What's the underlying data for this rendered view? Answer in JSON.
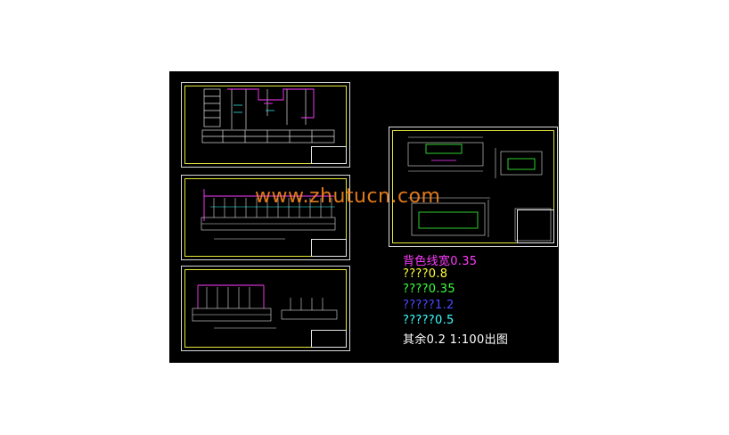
{
  "watermark": "www.zhutucn.com",
  "legend": [
    {
      "text": "背色线宽0.35",
      "color": "#ff3cff"
    },
    {
      "text": "????0.8",
      "color": "#ffff3c"
    },
    {
      "text": "????0.35",
      "color": "#3cff3c"
    },
    {
      "text": "?????1.2",
      "color": "#4a4aff"
    },
    {
      "text": "?????0.5",
      "color": "#3cffff"
    },
    {
      "text": "其余0.2  1:100出图",
      "color": "#ffffff"
    }
  ],
  "colors": {
    "background": "#000000",
    "frame": "#e6e63a",
    "line_white": "#e0e0e0",
    "line_magenta": "#ff3cff",
    "line_cyan": "#3cffff"
  }
}
